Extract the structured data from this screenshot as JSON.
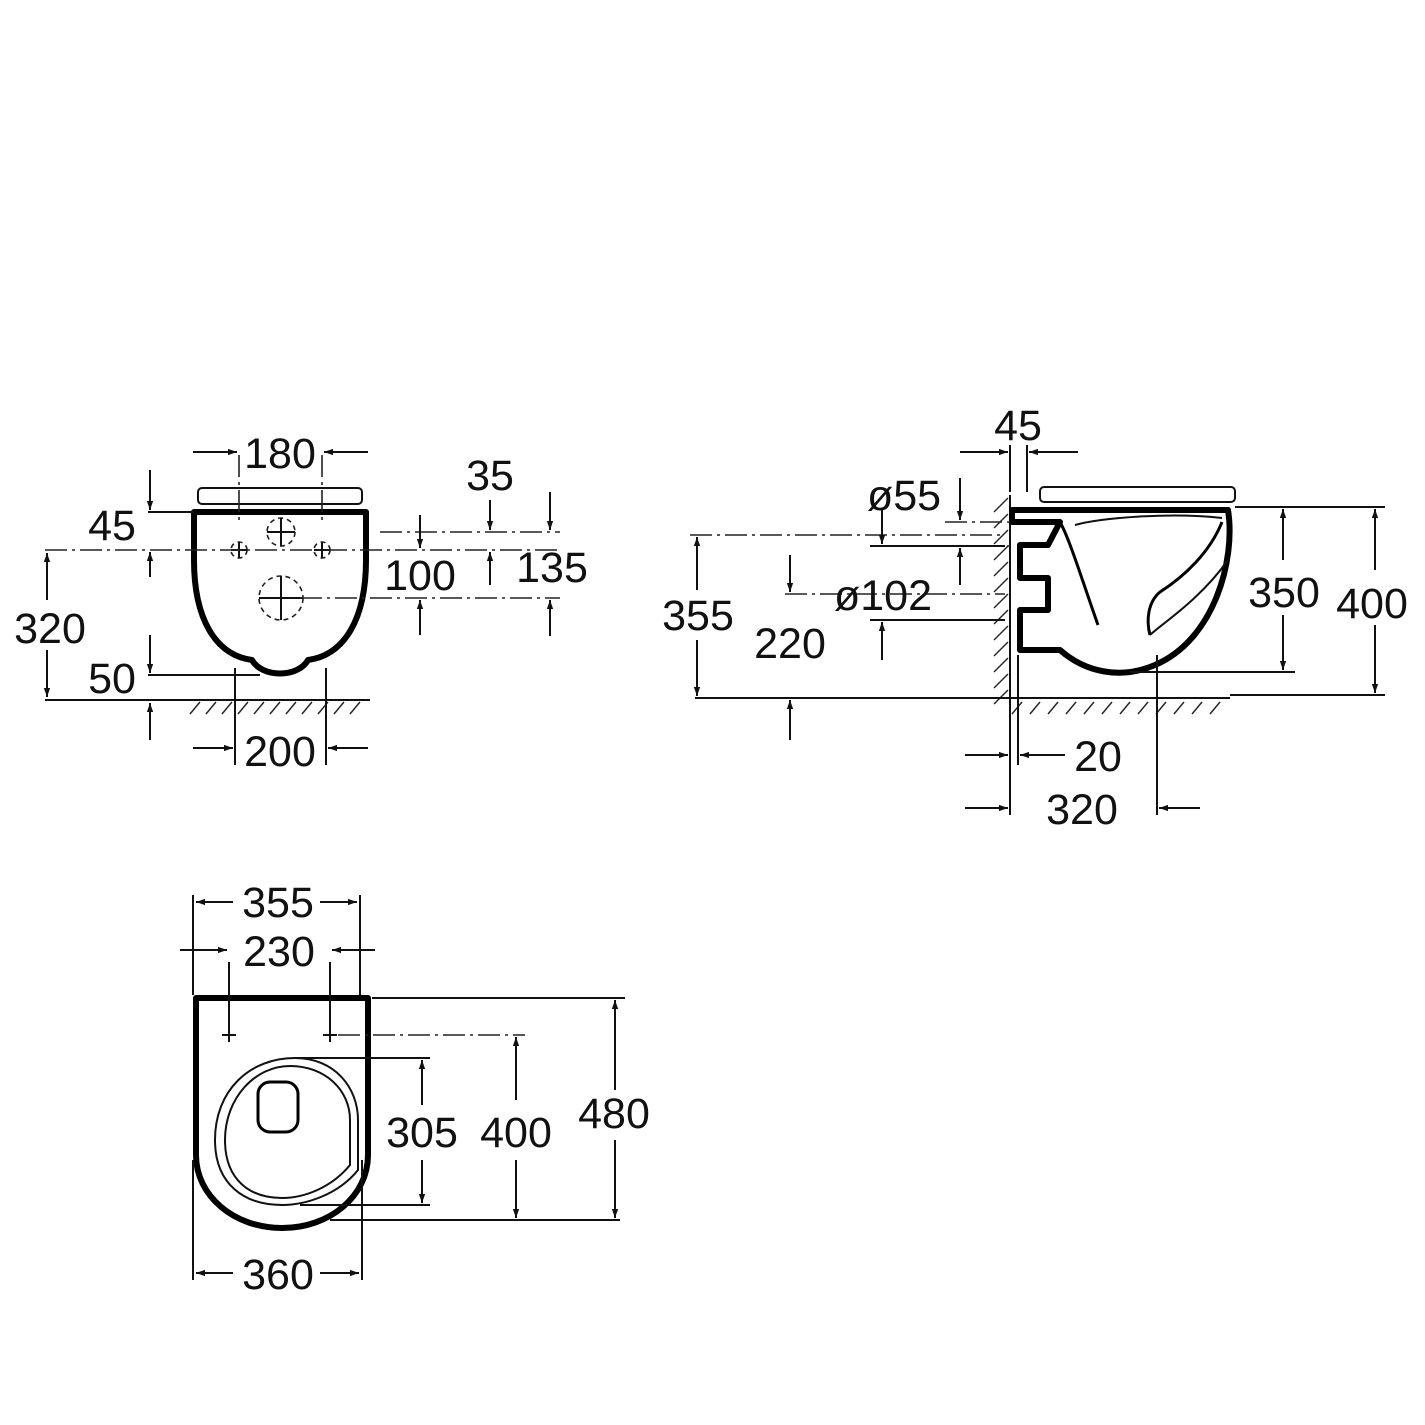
{
  "front_view": {
    "dim_180": "180",
    "dim_45": "45",
    "dim_35": "35",
    "dim_100": "100",
    "dim_135": "135",
    "dim_320": "320",
    "dim_50": "50",
    "dim_200": "200"
  },
  "side_view": {
    "dim_45": "45",
    "dim_d55": "ø55",
    "dim_355": "355",
    "dim_d102": "ø102",
    "dim_220": "220",
    "dim_350": "350",
    "dim_400": "400",
    "dim_20": "20",
    "dim_320": "320"
  },
  "top_view": {
    "dim_355": "355",
    "dim_230": "230",
    "dim_305": "305",
    "dim_400": "400",
    "dim_480": "480",
    "dim_360": "360"
  },
  "colors": {
    "line": "#111111",
    "background": "#ffffff"
  }
}
